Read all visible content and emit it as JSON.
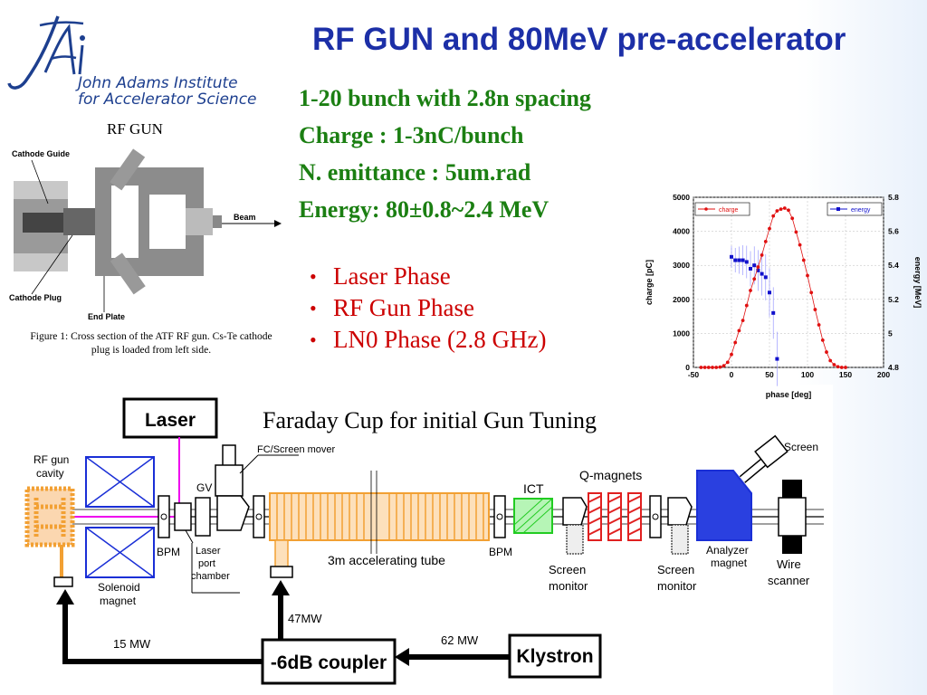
{
  "title": "RF GUN and 80MeV pre-accelerator",
  "logo": {
    "mark": "JAi",
    "line1": "John Adams Institute",
    "line2": "for Accelerator Science"
  },
  "stats": [
    "1-20 bunch with 2.8n spacing",
    "Charge : 1-3nC/bunch",
    "N. emittance : 5um.rad",
    "Energy: 80±0.8~2.4 MeV"
  ],
  "bullets": [
    "Laser Phase",
    "RF Gun Phase",
    "LN0 Phase (2.8 GHz)"
  ],
  "rf_gun_figure": {
    "caption_title": "RF GUN",
    "labels": {
      "cathode_guide": "Cathode Guide",
      "cathode_plug": "Cathode Plug",
      "end_plate": "End Plate",
      "beam": "Beam"
    },
    "caption": "Figure 1: Cross section of the ATF RF gun. Cs-Te cathode plug is loaded from left side."
  },
  "faraday_caption": "Faraday Cup for initial Gun Tuning",
  "beamline": {
    "laser": "Laser",
    "rf_gun_cavity_1": "RF gun",
    "rf_gun_cavity_2": "cavity",
    "gv": "GV",
    "fc_screen_mover": "FC/Screen mover",
    "ict": "ICT",
    "q_magnets": "Q-magnets",
    "screen": "Screen",
    "bpm1": "BPM",
    "bpm2": "BPM",
    "laser_port_1": "Laser",
    "laser_port_2": "port",
    "laser_port_3": "chamber",
    "solenoid_1": "Solenoid",
    "solenoid_2": "magnet",
    "accel_tube": "3m accelerating tube",
    "screen_monitor1_1": "Screen",
    "screen_monitor1_2": "monitor",
    "screen_monitor2_1": "Screen",
    "screen_monitor2_2": "monitor",
    "analyzer_1": "Analyzer",
    "analyzer_2": "magnet",
    "wire_1": "Wire",
    "wire_2": "scanner",
    "p47": "47MW",
    "p15": "15 MW",
    "p62": "62 MW",
    "coupler": "-6dB coupler",
    "klystron": "Klystron"
  },
  "colors": {
    "title": "#1c2fa7",
    "stats": "#1b7f12",
    "bullets": "#cc0000",
    "charge": "#e01010",
    "energy": "#1010cc",
    "accel_tube": "#f2a033",
    "ict": "#22cc22",
    "q_magnet": "#e02020",
    "analyzer": "#1a2fd6",
    "laser_path": "#ee00ee"
  },
  "chart_data": {
    "type": "scatter",
    "x": [
      -40,
      -35,
      -30,
      -25,
      -20,
      -15,
      -10,
      -5,
      0,
      5,
      10,
      15,
      20,
      25,
      30,
      35,
      40,
      45,
      50,
      55,
      60,
      65,
      70,
      75,
      80,
      85,
      90,
      95,
      100,
      105,
      110,
      115,
      120,
      125,
      130,
      135,
      140,
      145,
      150
    ],
    "series": [
      {
        "name": "charge",
        "axis": "left",
        "x": [
          -40,
          -35,
          -30,
          -25,
          -20,
          -15,
          -10,
          -5,
          0,
          5,
          10,
          15,
          20,
          25,
          30,
          35,
          40,
          45,
          50,
          55,
          60,
          65,
          70,
          75,
          80,
          85,
          90,
          95,
          100,
          105,
          110,
          115,
          120,
          125,
          130,
          135,
          140,
          145,
          150
        ],
        "values": [
          0,
          0,
          0,
          0,
          0,
          10,
          50,
          150,
          380,
          730,
          1080,
          1380,
          1820,
          2260,
          2600,
          2950,
          3300,
          3700,
          4080,
          4450,
          4600,
          4650,
          4680,
          4620,
          4380,
          3980,
          3600,
          3150,
          2700,
          2200,
          1700,
          1250,
          800,
          450,
          200,
          80,
          20,
          0,
          0
        ]
      },
      {
        "name": "energy",
        "axis": "right",
        "x": [
          0,
          5,
          10,
          15,
          20,
          25,
          30,
          35,
          40,
          45,
          50,
          55,
          60
        ],
        "values": [
          5.45,
          5.43,
          5.43,
          5.43,
          5.42,
          5.38,
          5.4,
          5.37,
          5.35,
          5.33,
          5.24,
          5.12,
          4.85
        ]
      }
    ],
    "xlabel": "phase [deg]",
    "ylabel": "charge [pC]",
    "y2label": "energy [MeV]",
    "xlim": [
      -50,
      200
    ],
    "ylim": [
      0,
      5000
    ],
    "y2lim": [
      4.8,
      5.8
    ],
    "xticks": [
      "-50",
      "0",
      "50",
      "100",
      "150",
      "200"
    ],
    "yticks": [
      "0",
      "1000",
      "2000",
      "3000",
      "4000",
      "5000"
    ],
    "y2ticks": [
      "4.8",
      "5",
      "5.2",
      "5.4",
      "5.6",
      "5.8"
    ],
    "legend": [
      "charge",
      "energy"
    ],
    "legend_position": "top"
  }
}
